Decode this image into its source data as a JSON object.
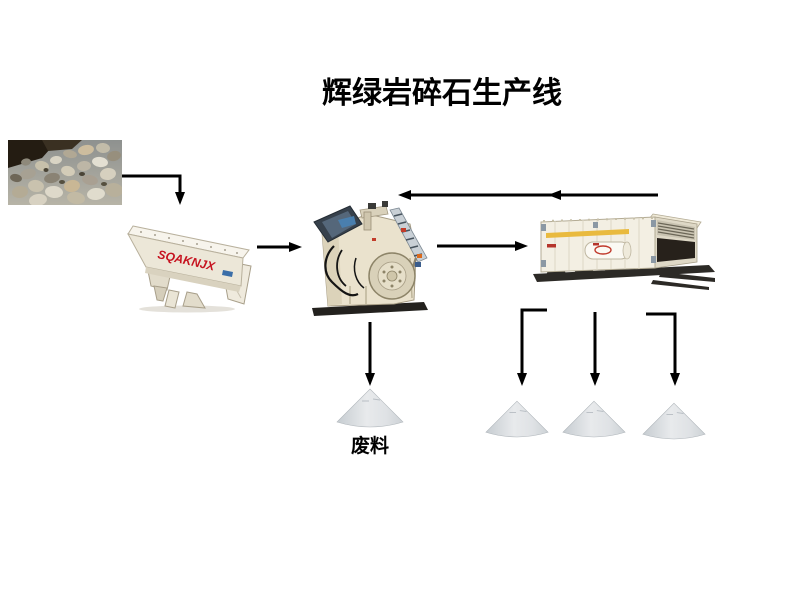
{
  "page": {
    "title": "辉绿岩碎石生产线"
  },
  "labels": {
    "waste_pile": "废料",
    "feeder_brand": "SQAKNJX"
  },
  "diagram": {
    "nodes": [
      {
        "id": "raw-material-photo"
      },
      {
        "id": "vibrating-feeder"
      },
      {
        "id": "crusher"
      },
      {
        "id": "vibrating-screen"
      },
      {
        "id": "waste-pile"
      },
      {
        "id": "product-pile-1"
      },
      {
        "id": "product-pile-2"
      },
      {
        "id": "product-pile-3"
      }
    ],
    "flow": [
      {
        "from": "raw-material-photo",
        "to": "vibrating-feeder"
      },
      {
        "from": "vibrating-feeder",
        "to": "crusher"
      },
      {
        "from": "crusher",
        "to": "vibrating-screen"
      },
      {
        "from": "vibrating-screen",
        "to": "crusher"
      },
      {
        "from": "crusher",
        "to": "waste-pile"
      },
      {
        "from": "vibrating-screen",
        "to": "product-pile-1"
      },
      {
        "from": "vibrating-screen",
        "to": "product-pile-2"
      },
      {
        "from": "vibrating-screen",
        "to": "product-pile-3"
      }
    ]
  },
  "colors": {
    "background": "#ffffff",
    "title_text": "#000000",
    "arrow": "#000000",
    "machine_body": "#ece5d2",
    "feeder_brand_red": "#c6121f",
    "screen_stripe_yellow": "#e9ba3e",
    "base_frame_dark": "#2c2a26",
    "stockpile_gray": "#d7dbde"
  }
}
